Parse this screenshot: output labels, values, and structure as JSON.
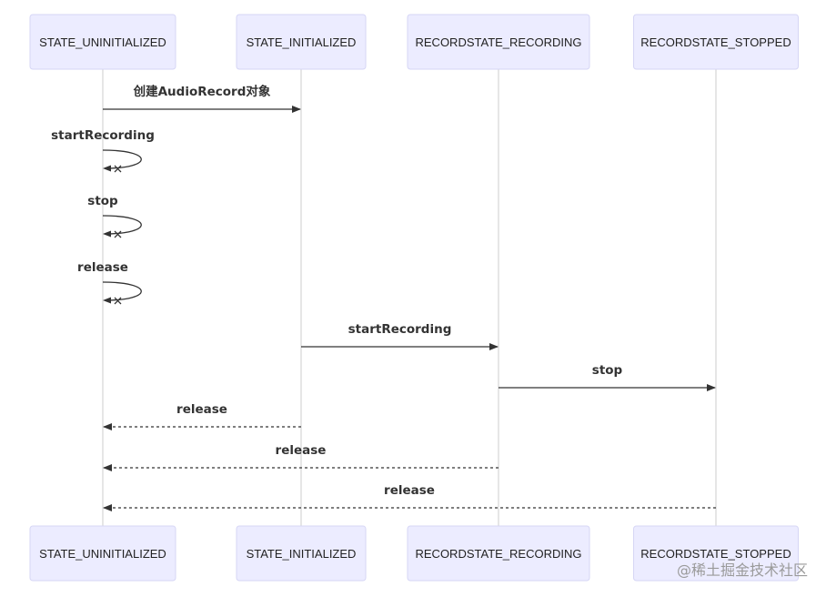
{
  "actors": [
    {
      "id": "uninit",
      "label": "STATE_UNINITIALIZED"
    },
    {
      "id": "init",
      "label": "STATE_INITIALIZED"
    },
    {
      "id": "recording",
      "label": "RECORDSTATE_RECORDING"
    },
    {
      "id": "stopped",
      "label": "RECORDSTATE_STOPPED"
    }
  ],
  "messages": [
    {
      "from": "uninit",
      "to": "init",
      "label": "创建AudioRecord对象",
      "style": "solid",
      "arrow": "filled"
    },
    {
      "from": "uninit",
      "to": "uninit",
      "label": "startRecording",
      "style": "solid",
      "arrow": "cross"
    },
    {
      "from": "uninit",
      "to": "uninit",
      "label": "stop",
      "style": "solid",
      "arrow": "cross"
    },
    {
      "from": "uninit",
      "to": "uninit",
      "label": "release",
      "style": "solid",
      "arrow": "cross"
    },
    {
      "from": "init",
      "to": "recording",
      "label": "startRecording",
      "style": "solid",
      "arrow": "filled"
    },
    {
      "from": "recording",
      "to": "stopped",
      "label": "stop",
      "style": "solid",
      "arrow": "filled"
    },
    {
      "from": "init",
      "to": "uninit",
      "label": "release",
      "style": "dashed",
      "arrow": "filled"
    },
    {
      "from": "recording",
      "to": "uninit",
      "label": "release",
      "style": "dashed",
      "arrow": "filled"
    },
    {
      "from": "stopped",
      "to": "uninit",
      "label": "release",
      "style": "dashed",
      "arrow": "filled"
    }
  ],
  "watermark": "@稀土掘金技术社区"
}
